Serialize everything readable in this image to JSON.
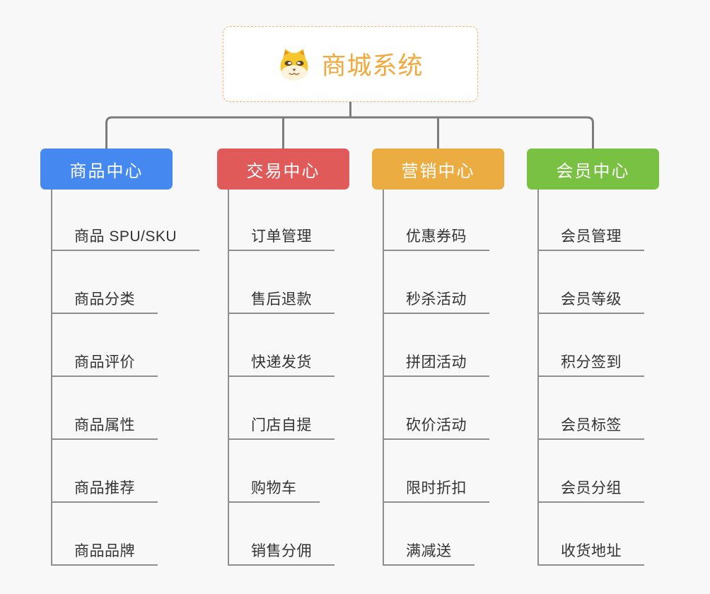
{
  "page": {
    "background": "#F8F8F8"
  },
  "root": {
    "title": "商城系统",
    "icon": "dog-face-icon",
    "text_color": "#F2A93B",
    "border_color": "#F2B96B"
  },
  "branches": [
    {
      "label": "商品中心",
      "color": "#4589F0",
      "items": [
        "商品 SPU/SKU",
        "商品分类",
        "商品评价",
        "商品属性",
        "商品推荐",
        "商品品牌"
      ]
    },
    {
      "label": "交易中心",
      "color": "#E15A5A",
      "items": [
        "订单管理",
        "售后退款",
        "快递发货",
        "门店自提",
        "购物车",
        "销售分佣"
      ]
    },
    {
      "label": "营销中心",
      "color": "#EBAC41",
      "items": [
        "优惠券码",
        "秒杀活动",
        "拼团活动",
        "砍价活动",
        "限时折扣",
        "满减送"
      ]
    },
    {
      "label": "会员中心",
      "color": "#79C142",
      "items": [
        "会员管理",
        "会员等级",
        "积分签到",
        "会员标签",
        "会员分组",
        "收货地址"
      ]
    }
  ],
  "connector_color": "#7C7C7C"
}
